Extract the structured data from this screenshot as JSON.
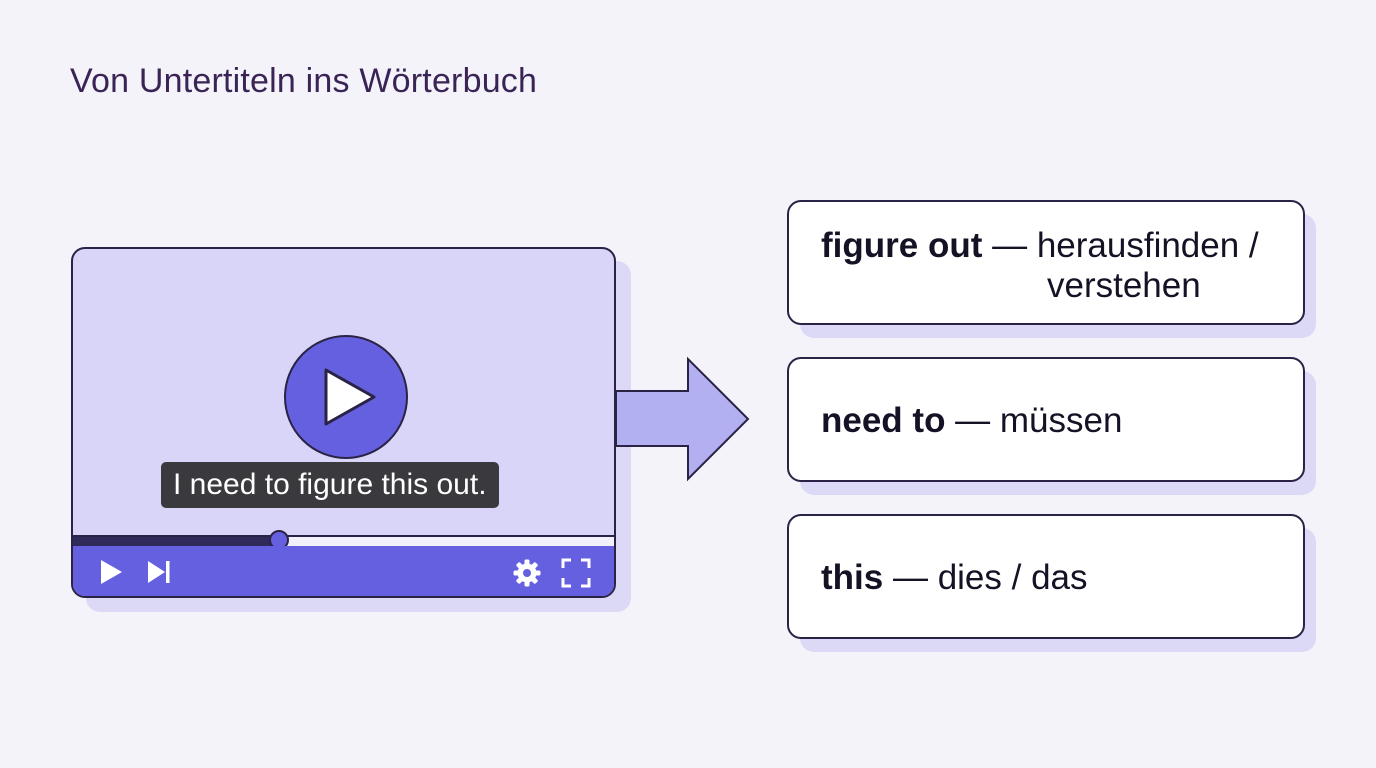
{
  "title": "Von Untertiteln ins Wörterbuch",
  "player": {
    "subtitle": "I need to figure this out.",
    "progress": 0.38
  },
  "icons": {
    "big_play": "play-icon",
    "play": "play-icon",
    "next": "skip-next-icon",
    "settings": "gear-icon",
    "fullscreen": "fullscreen-icon",
    "arrow": "arrow-right-icon"
  },
  "colors": {
    "accent": "#6560df",
    "player_bg": "#d9d5f8",
    "outline": "#2a2346",
    "arrow_fill": "#b3b0f2"
  },
  "cards": [
    {
      "term": "figure out",
      "dash": " — ",
      "translation": "herausfinden /",
      "translation_2": "verstehen"
    },
    {
      "term": "need to",
      "dash": " — ",
      "translation": "müssen"
    },
    {
      "term": "this",
      "dash": " — ",
      "translation": "dies / das"
    }
  ]
}
